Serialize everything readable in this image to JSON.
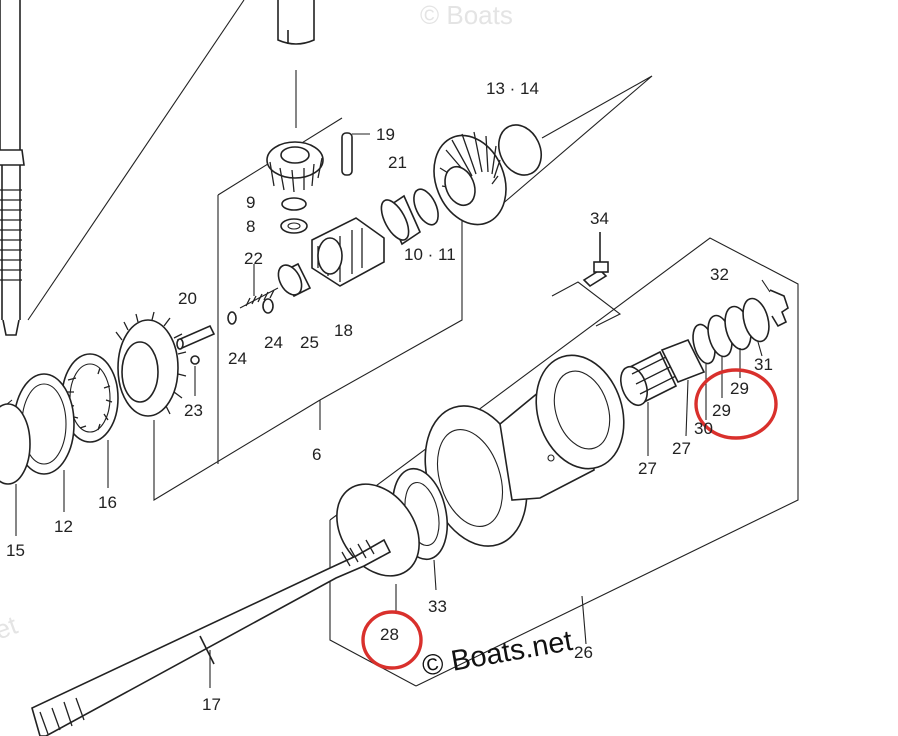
{
  "watermark": {
    "main": "© Boats.net",
    "faint_top": "© Boats",
    "faint_left": "et"
  },
  "labels": {
    "p6": "6",
    "p8": "8",
    "p9": "9",
    "p10_11": "10 · 11",
    "p12": "12",
    "p13_14": "13 · 14",
    "p15": "15",
    "p16": "16",
    "p17": "17",
    "p18": "18",
    "p19": "19",
    "p20": "20",
    "p21": "21",
    "p22": "22",
    "p23": "23",
    "p24": "24",
    "p24b": "24",
    "p25": "25",
    "p26": "26",
    "p27a": "27",
    "p27b": "27",
    "p28": "28",
    "p29a": "29",
    "p29b": "29",
    "p30": "30",
    "p31": "31",
    "p32": "32",
    "p33": "33",
    "p34": "34"
  },
  "colors": {
    "highlight": "#d9302c",
    "line": "#222222",
    "background": "#ffffff"
  }
}
